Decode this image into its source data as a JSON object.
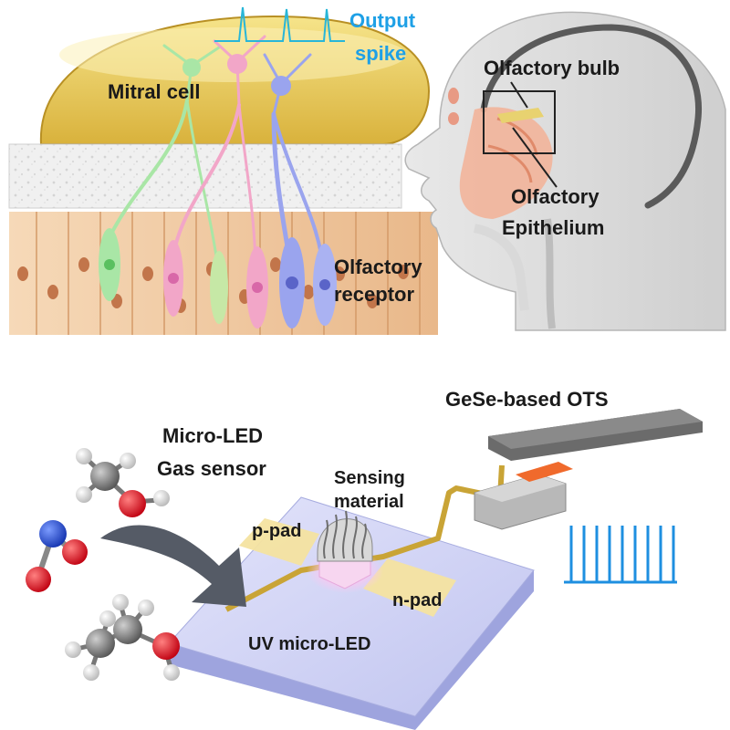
{
  "top_panel": {
    "output_spike": [
      "Output",
      "spike"
    ],
    "mitral_cell": "Mitral cell",
    "olfactory_receptor": [
      "Olfactory",
      "receptor"
    ],
    "olfactory_bulb": "Olfactory bulb",
    "olfactory_epithelium": [
      "Olfactory",
      "Epithelium"
    ]
  },
  "bottom_panel": {
    "ots_title": "GeSe-based OTS",
    "gas_sensor": [
      "Micro-LED",
      "Gas sensor"
    ],
    "sensing_material": [
      "Sensing",
      "material"
    ],
    "p_pad": "p-pad",
    "n_pad": "n-pad",
    "uv_microled": "UV micro-LED"
  },
  "spike_train": {
    "count": 9
  },
  "colors": {
    "spike_blue": "#1e8fe0",
    "label_blue": "#1ea0e6",
    "bulb_gold": "#e8c850",
    "pad_yellow": "#f4e3a0",
    "substrate_lavender": "#c5c9ee",
    "electrode_gold": "#c9a436",
    "ots_orange": "#f06a2c"
  }
}
